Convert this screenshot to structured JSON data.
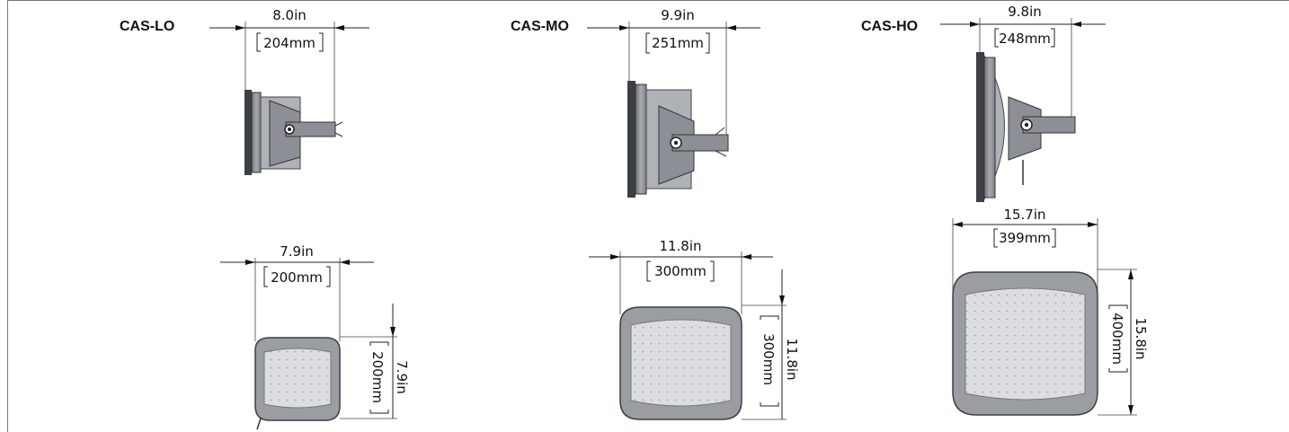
{
  "models": [
    {
      "name": "CAS-LO",
      "side_depth": {
        "in": "8.0in",
        "mm": "204mm"
      },
      "front_width": {
        "in": "7.9in",
        "mm": "200mm"
      },
      "front_height": {
        "in": "7.9in",
        "mm": "200mm"
      }
    },
    {
      "name": "CAS-MO",
      "side_depth": {
        "in": "9.9in",
        "mm": "251mm"
      },
      "front_width": {
        "in": "11.8in",
        "mm": "300mm"
      },
      "front_height": {
        "in": "11.8in",
        "mm": "300mm"
      }
    },
    {
      "name": "CAS-HO",
      "side_depth": {
        "in": "9.8in",
        "mm": "248mm"
      },
      "front_width": {
        "in": "15.7in",
        "mm": "399mm"
      },
      "front_height": {
        "in": "15.8in",
        "mm": "400mm"
      }
    }
  ],
  "colors": {
    "housing_fill": "#9a9ea3",
    "housing_dark": "#3c3f44",
    "lens_fill": "#d9dadc",
    "bracket_fill": "#8c9096"
  },
  "icons": {
    "side_view": "fixture-side-profile-drawing",
    "front_view": "fixture-front-face-drawing"
  }
}
